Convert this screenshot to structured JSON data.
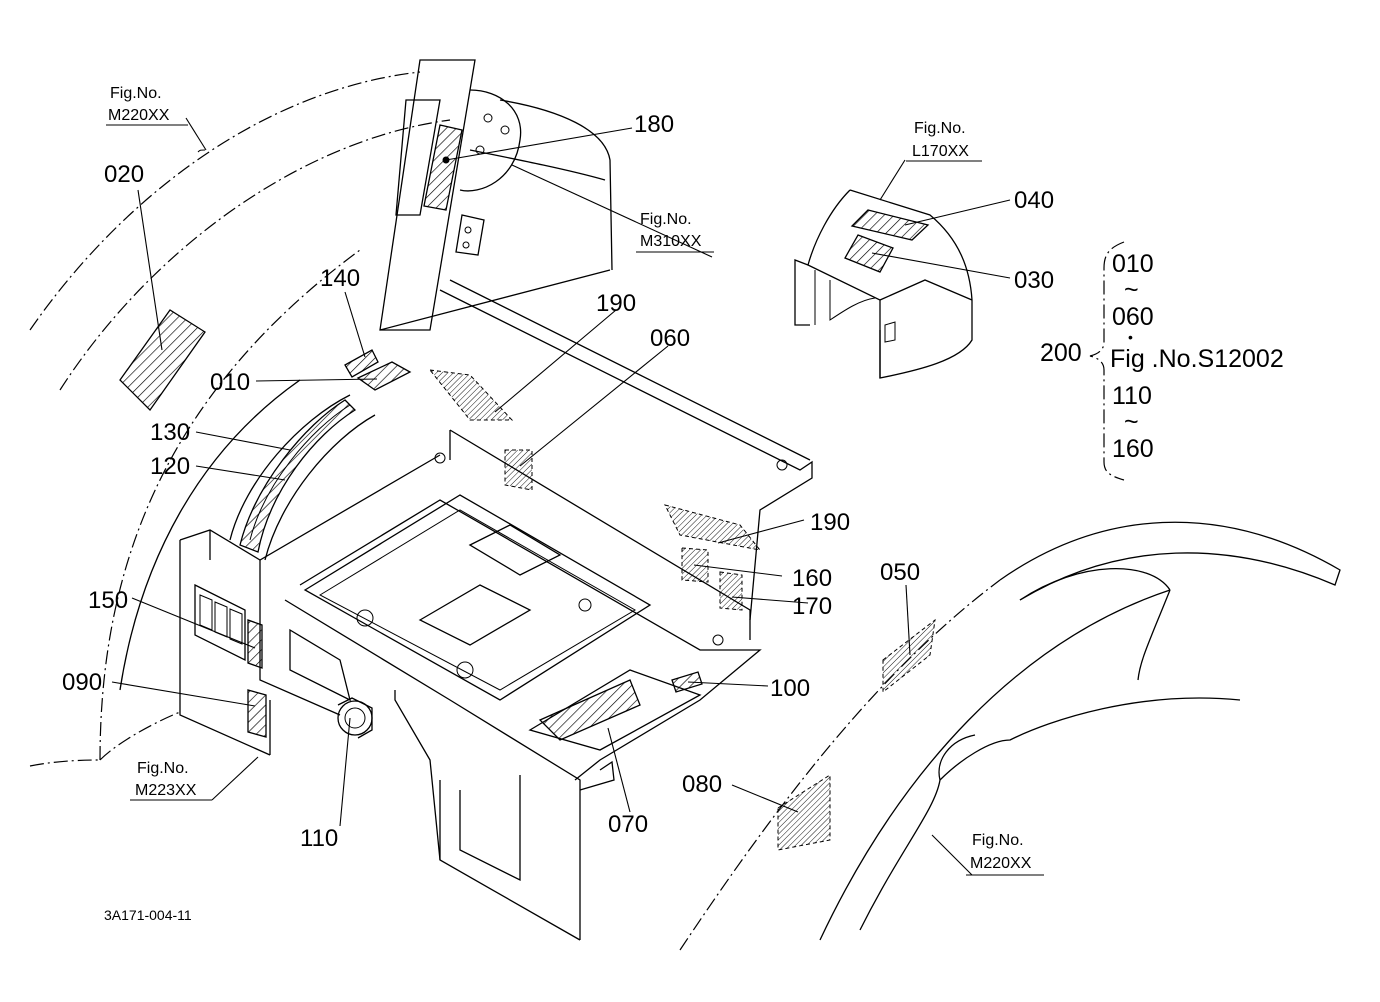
{
  "figure_refs": [
    {
      "id": "m220-top",
      "label": "Fig.No.",
      "value": "M220XX"
    },
    {
      "id": "m310",
      "label": "Fig.No.",
      "value": "M310XX"
    },
    {
      "id": "l170",
      "label": "Fig.No.",
      "value": "L170XX"
    },
    {
      "id": "m223",
      "label": "Fig.No.",
      "value": "M223XX"
    },
    {
      "id": "m220-bottom",
      "label": "Fig.No.",
      "value": "M220XX"
    }
  ],
  "callouts": {
    "c010": "010",
    "c020": "020",
    "c030": "030",
    "c040": "040",
    "c050": "050",
    "c060": "060",
    "c070": "070",
    "c080": "080",
    "c090": "090",
    "c100": "100",
    "c110": "110",
    "c120": "120",
    "c130": "130",
    "c140": "140",
    "c150": "150",
    "c160": "160",
    "c170": "170",
    "c180": "180",
    "c190a": "190",
    "c190b": "190"
  },
  "set_note": {
    "number": "200",
    "range1_start": "010",
    "range1_sep": "~",
    "range1_end": "060",
    "bullet": "•",
    "fig_ref": "Fig .No.S12002",
    "range2_start": "110",
    "range2_sep": "~",
    "range2_end": "160"
  },
  "drawing_code": "3A171-004-11"
}
